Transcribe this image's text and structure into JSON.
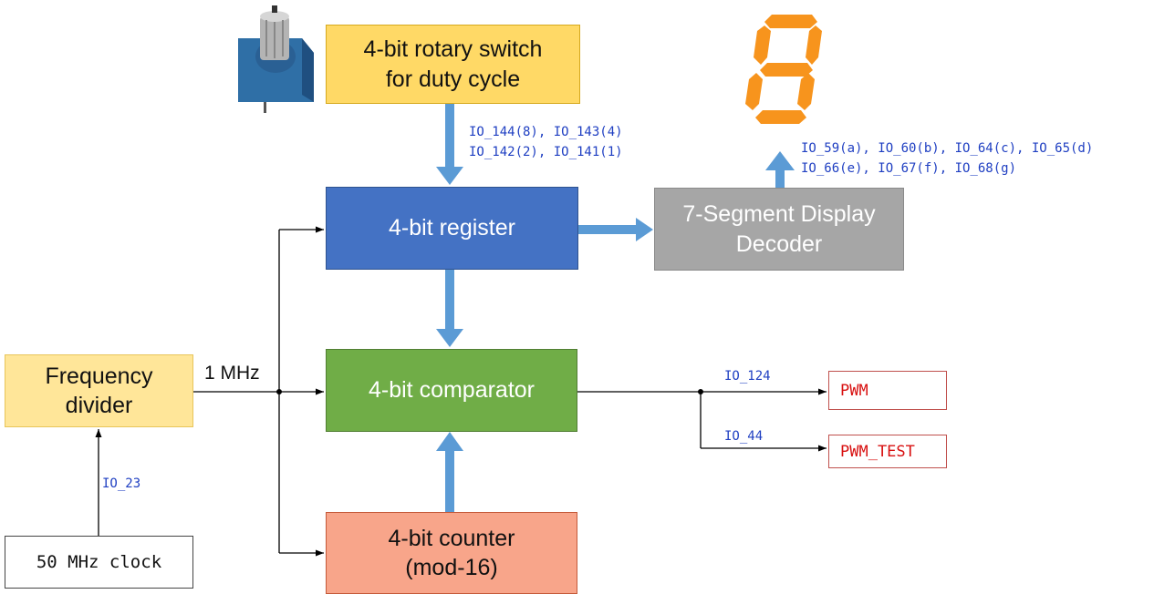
{
  "blocks": {
    "rotary_switch": "4-bit rotary switch\nfor duty cycle",
    "register": "4-bit register",
    "decoder": "7-Segment Display\nDecoder",
    "comparator": "4-bit comparator",
    "counter": "4-bit counter\n(mod-16)",
    "freq_divider": "Frequency\ndivider",
    "clock": "50 MHz clock"
  },
  "signals": {
    "clk_1mhz": "1 MHz",
    "io_23": "IO_23",
    "switch_pins": "IO_144(8), IO_143(4)\nIO_142(2), IO_141(1)",
    "segment_pins": "IO_59(a), IO_60(b), IO_64(c), IO_65(d)\nIO_66(e), IO_67(f), IO_68(g)",
    "io_124": "IO_124",
    "io_44": "IO_44"
  },
  "outputs": {
    "pwm": "PWM",
    "pwm_test": "PWM_TEST"
  },
  "images": {
    "rotary_switch_photo": "rotary-switch-icon",
    "seven_segment_digit": "seven-segment-digit-icon"
  },
  "colors": {
    "rotary_switch": "#ffd966",
    "register": "#4472c4",
    "decoder": "#a6a6a6",
    "comparator": "#70ad47",
    "counter": "#f8a58a",
    "freq_divider": "#ffe699",
    "bus_arrow": "#5b9bd5",
    "segment": "#f7941d",
    "pin_text": "#1f3fc2",
    "output_text": "#d81010"
  }
}
